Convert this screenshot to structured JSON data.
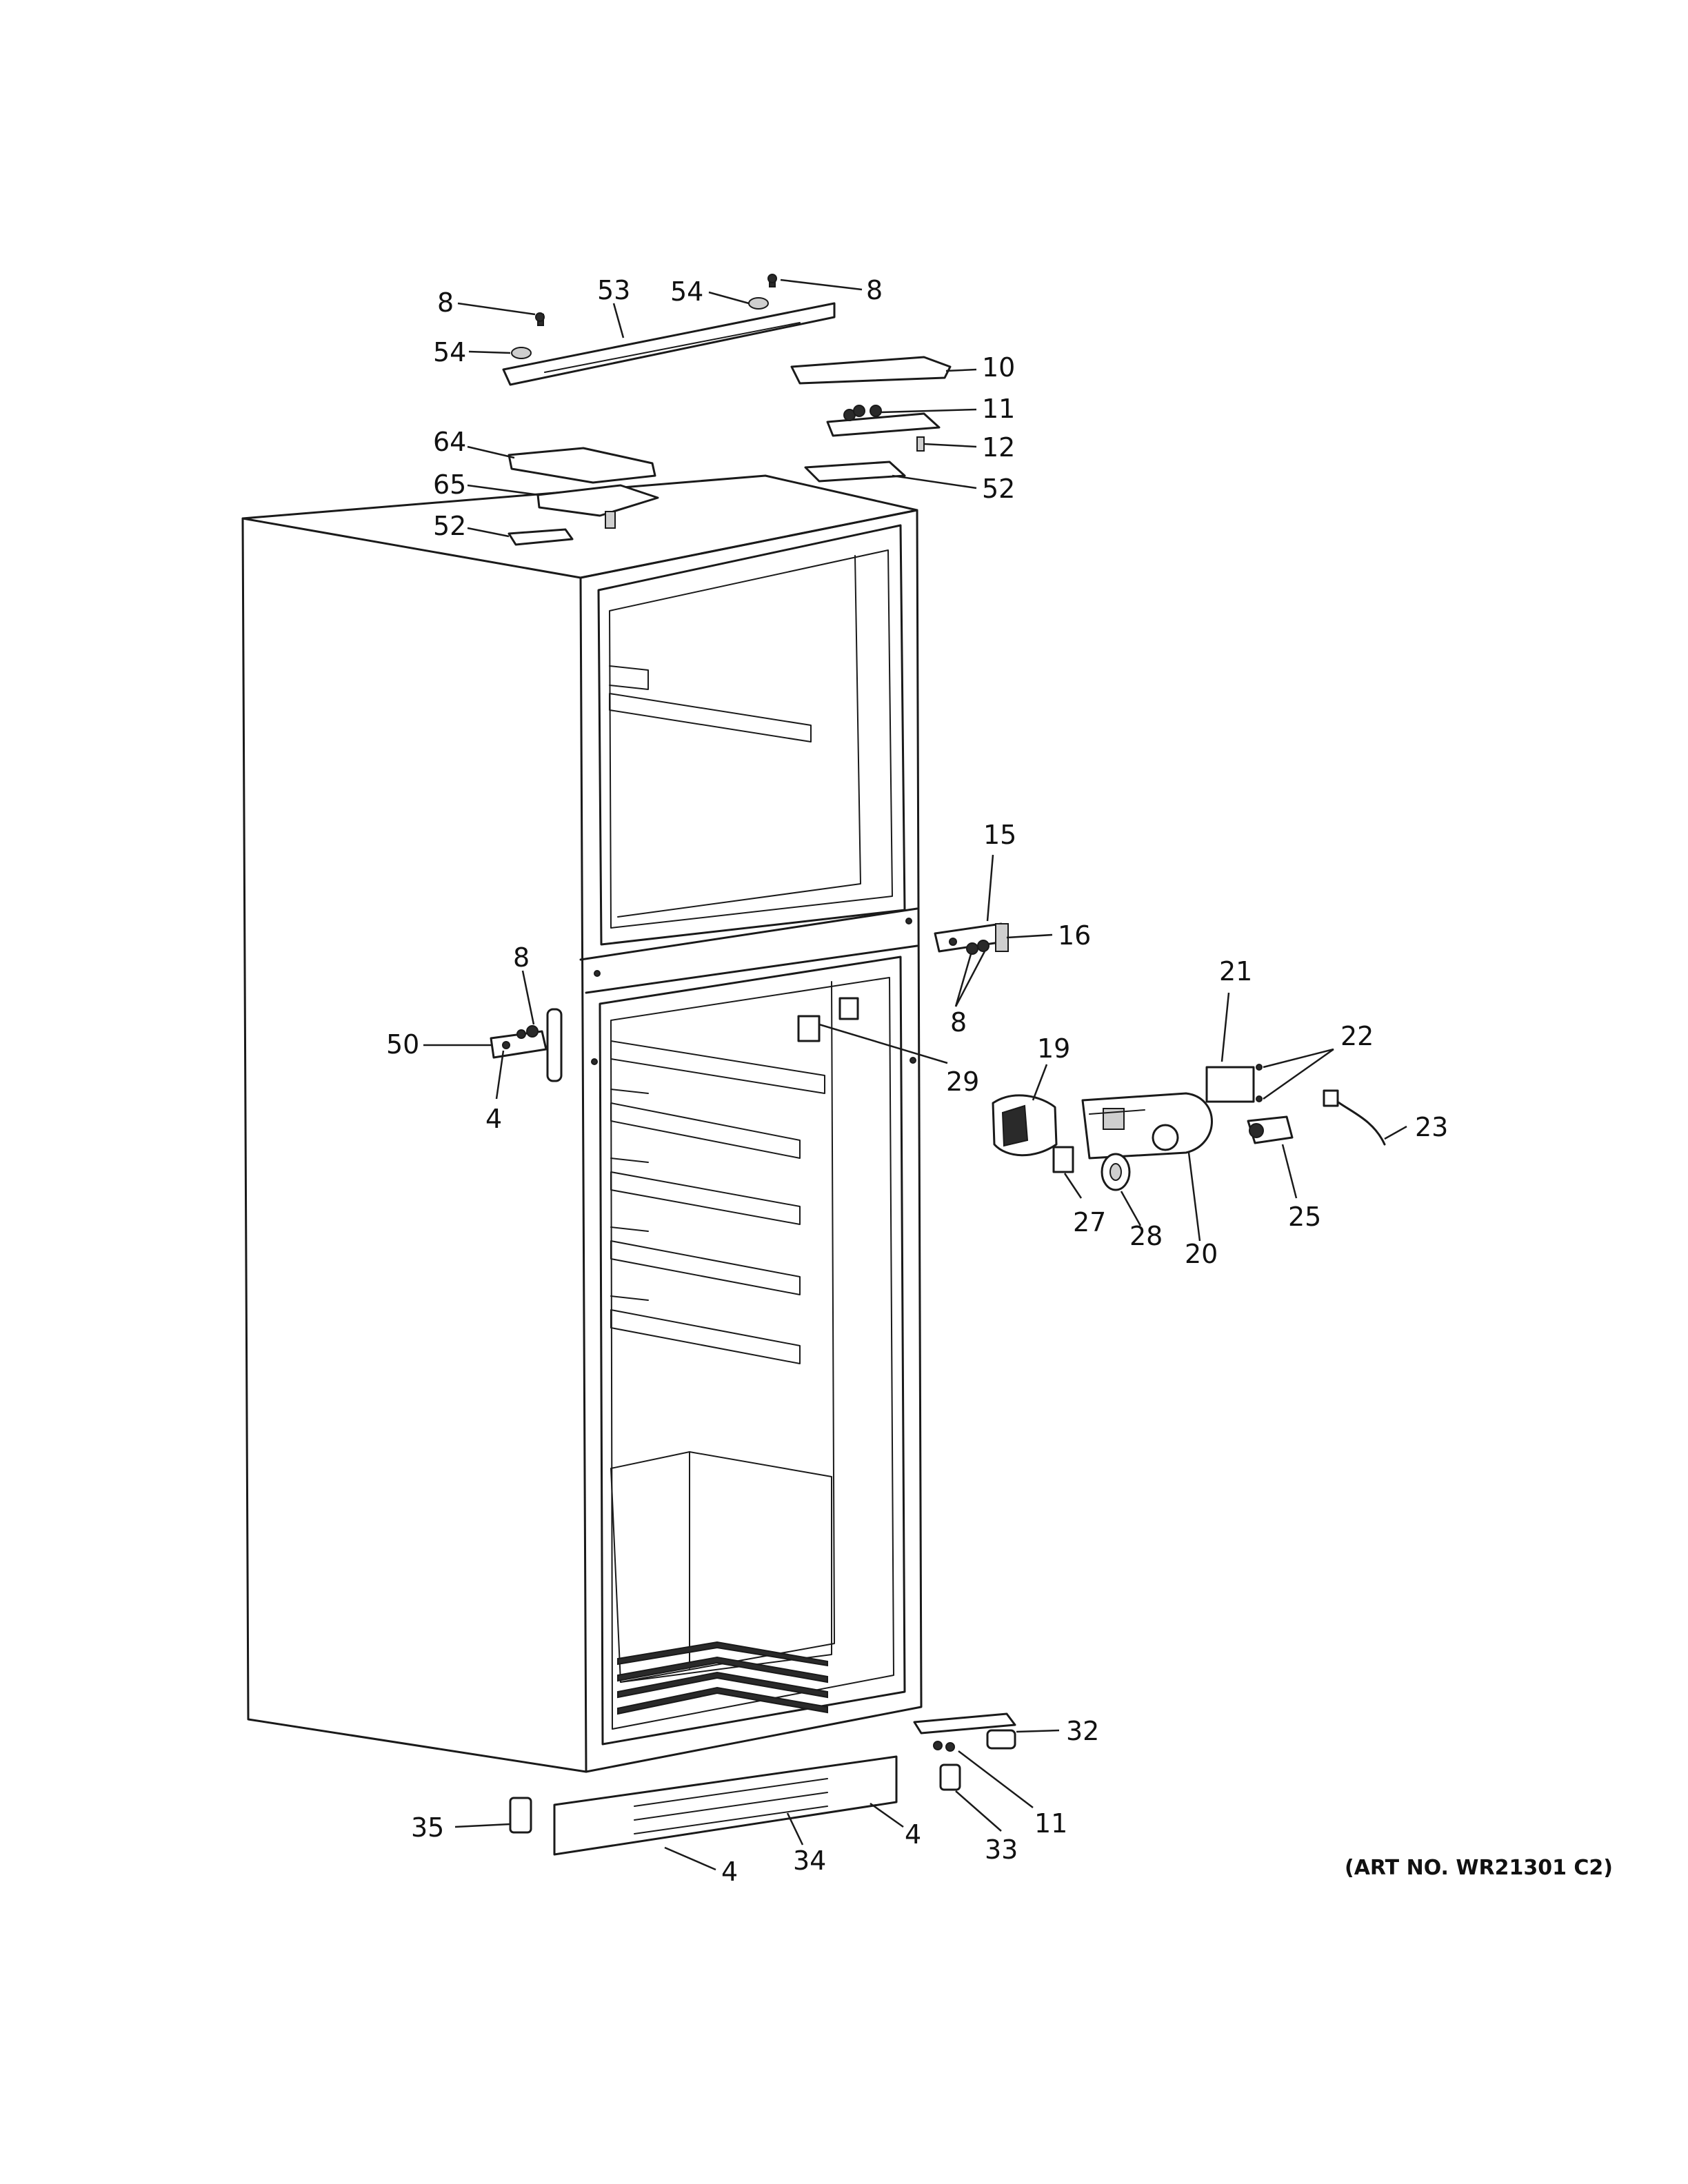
{
  "diagram": {
    "art_number": "(ART NO. WR21301 C2)",
    "callouts": {
      "c8_top_left": "8",
      "c53": "53",
      "c54_top": "54",
      "c8_top_right": "8",
      "c54_left": "54",
      "c10": "10",
      "c11_top": "11",
      "c12": "12",
      "c64": "64",
      "c52_right": "52",
      "c65": "65",
      "c52_left": "52",
      "c15": "15",
      "c16": "16",
      "c8_center_hinge": "8",
      "c8_left_hinge": "8",
      "c50": "50",
      "c4_left_hinge": "4",
      "c21": "21",
      "c22": "22",
      "c19": "19",
      "c29": "29",
      "c23": "23",
      "c27": "27",
      "c28": "28",
      "c20": "20",
      "c25": "25",
      "c32": "32",
      "c11_bottom": "11",
      "c35": "35",
      "c4_bottom_right": "4",
      "c33": "33",
      "c34": "34",
      "c4_bottom": "4"
    }
  }
}
